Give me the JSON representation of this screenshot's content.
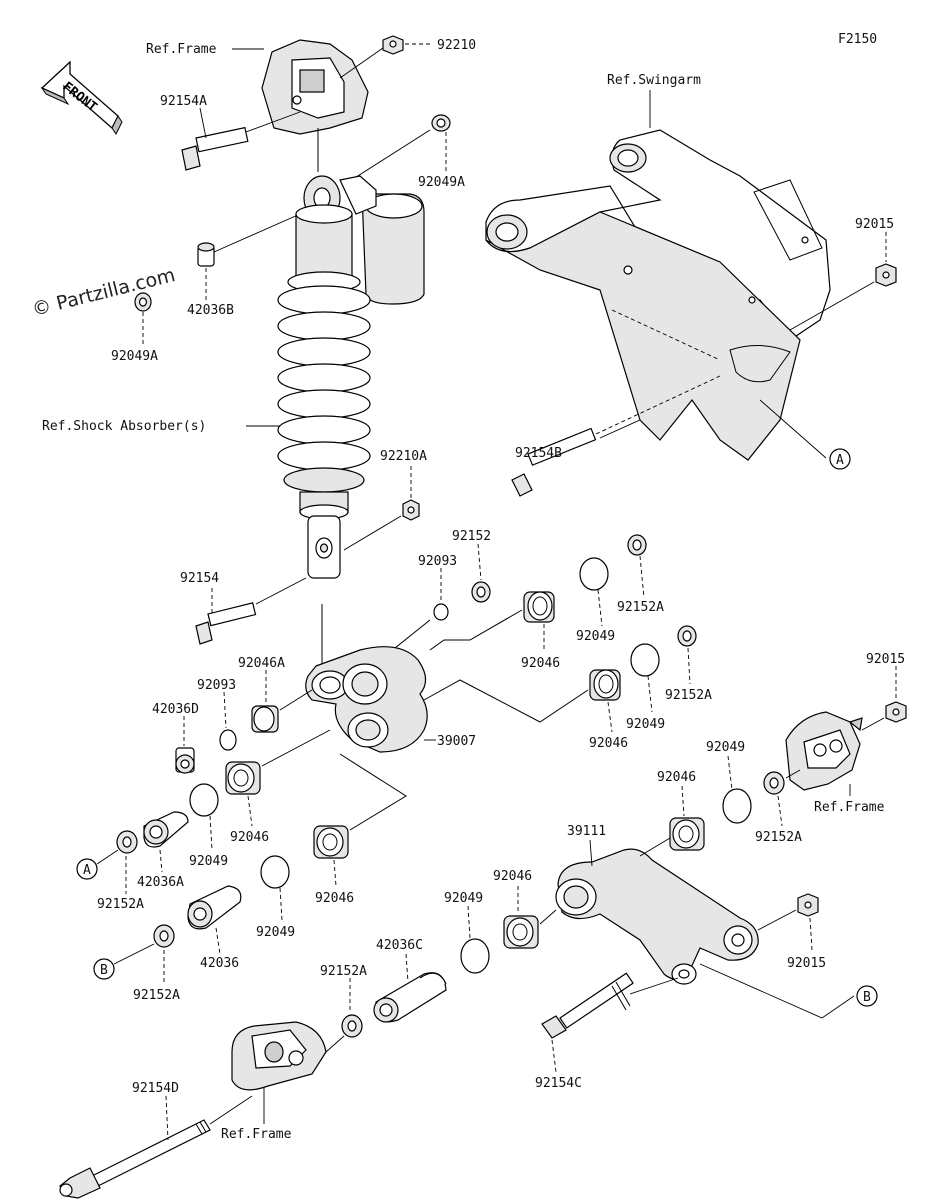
{
  "figure_code": "F2150",
  "watermark": "© Partzilla.com",
  "front_arrow": "FRONT",
  "refs": {
    "frame_top": "Ref.Frame",
    "swingarm": "Ref.Swingarm",
    "shock": "Ref.Shock Absorber(s)",
    "frame_right": "Ref.Frame",
    "frame_bottom": "Ref.Frame"
  },
  "parts": {
    "p92210": "92210",
    "p92154A": "92154A",
    "p92049A_top": "92049A",
    "p42036B": "42036B",
    "p92049A_left": "92049A",
    "p92015_top": "92015",
    "p92154B": "92154B",
    "p92210A": "92210A",
    "p92152": "92152",
    "p92093_top": "92093",
    "p92154": "92154",
    "p92152A_1": "92152A",
    "p92049_1": "92049",
    "p92046_1": "92046",
    "p92152A_2": "92152A",
    "p92049_2": "92049",
    "p92046_2": "92046",
    "p92046A": "92046A",
    "p92093": "92093",
    "p42036D": "42036D",
    "p39007": "39007",
    "p92015_mid": "92015",
    "p92049_3": "92049",
    "p92046_3": "92046",
    "p92152A_3": "92152A",
    "p92046_4": "92046",
    "p92049_4": "92049",
    "p42036A": "42036A",
    "p92152A_4": "92152A",
    "p92046_5": "92046",
    "p39111": "39111",
    "p92046_6": "92046",
    "p92049_5": "92049",
    "p42036": "42036",
    "p92049_6": "92049",
    "p92152A_5": "92152A",
    "p42036C": "42036C",
    "p92152A_6": "92152A",
    "p92015_bot": "92015",
    "p92154D": "92154D",
    "p92154C": "92154C"
  },
  "callouts": {
    "a_right": "A",
    "a_left": "A",
    "b_left": "B",
    "b_right": "B"
  }
}
